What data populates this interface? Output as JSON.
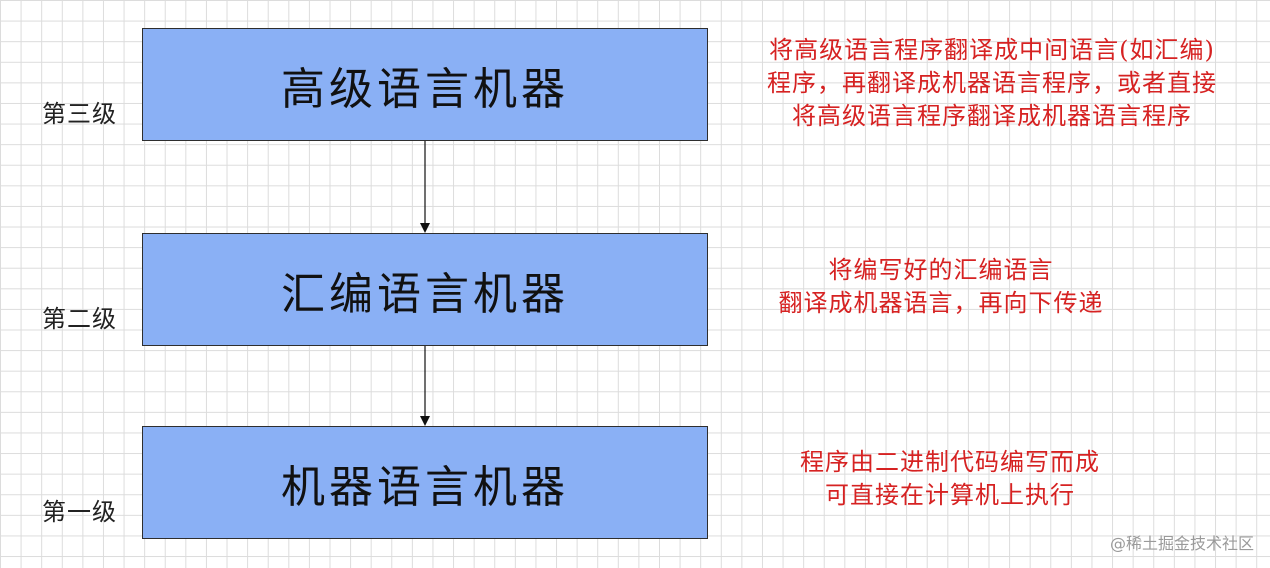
{
  "boxes": {
    "top": "高级语言机器",
    "middle": "汇编语言机器",
    "bottom": "机器语言机器"
  },
  "levels": {
    "third": "第三级",
    "second": "第二级",
    "first": "第一级"
  },
  "notes": {
    "top": [
      "将高级语言程序翻译成中间语言(如汇编)",
      "程序，再翻译成机器语言程序，或者直接",
      "将高级语言程序翻译成机器语言程序"
    ],
    "middle": [
      "将编写好的汇编语言",
      "翻译成机器语言，再向下传递"
    ],
    "bottom": [
      "程序由二进制代码编写而成",
      "可直接在计算机上执行"
    ]
  },
  "watermark": "@稀土掘金技术社区",
  "colors": {
    "box_fill": "#8ab0f5",
    "note_text": "#d62222",
    "grid": "#dcdcdc"
  }
}
